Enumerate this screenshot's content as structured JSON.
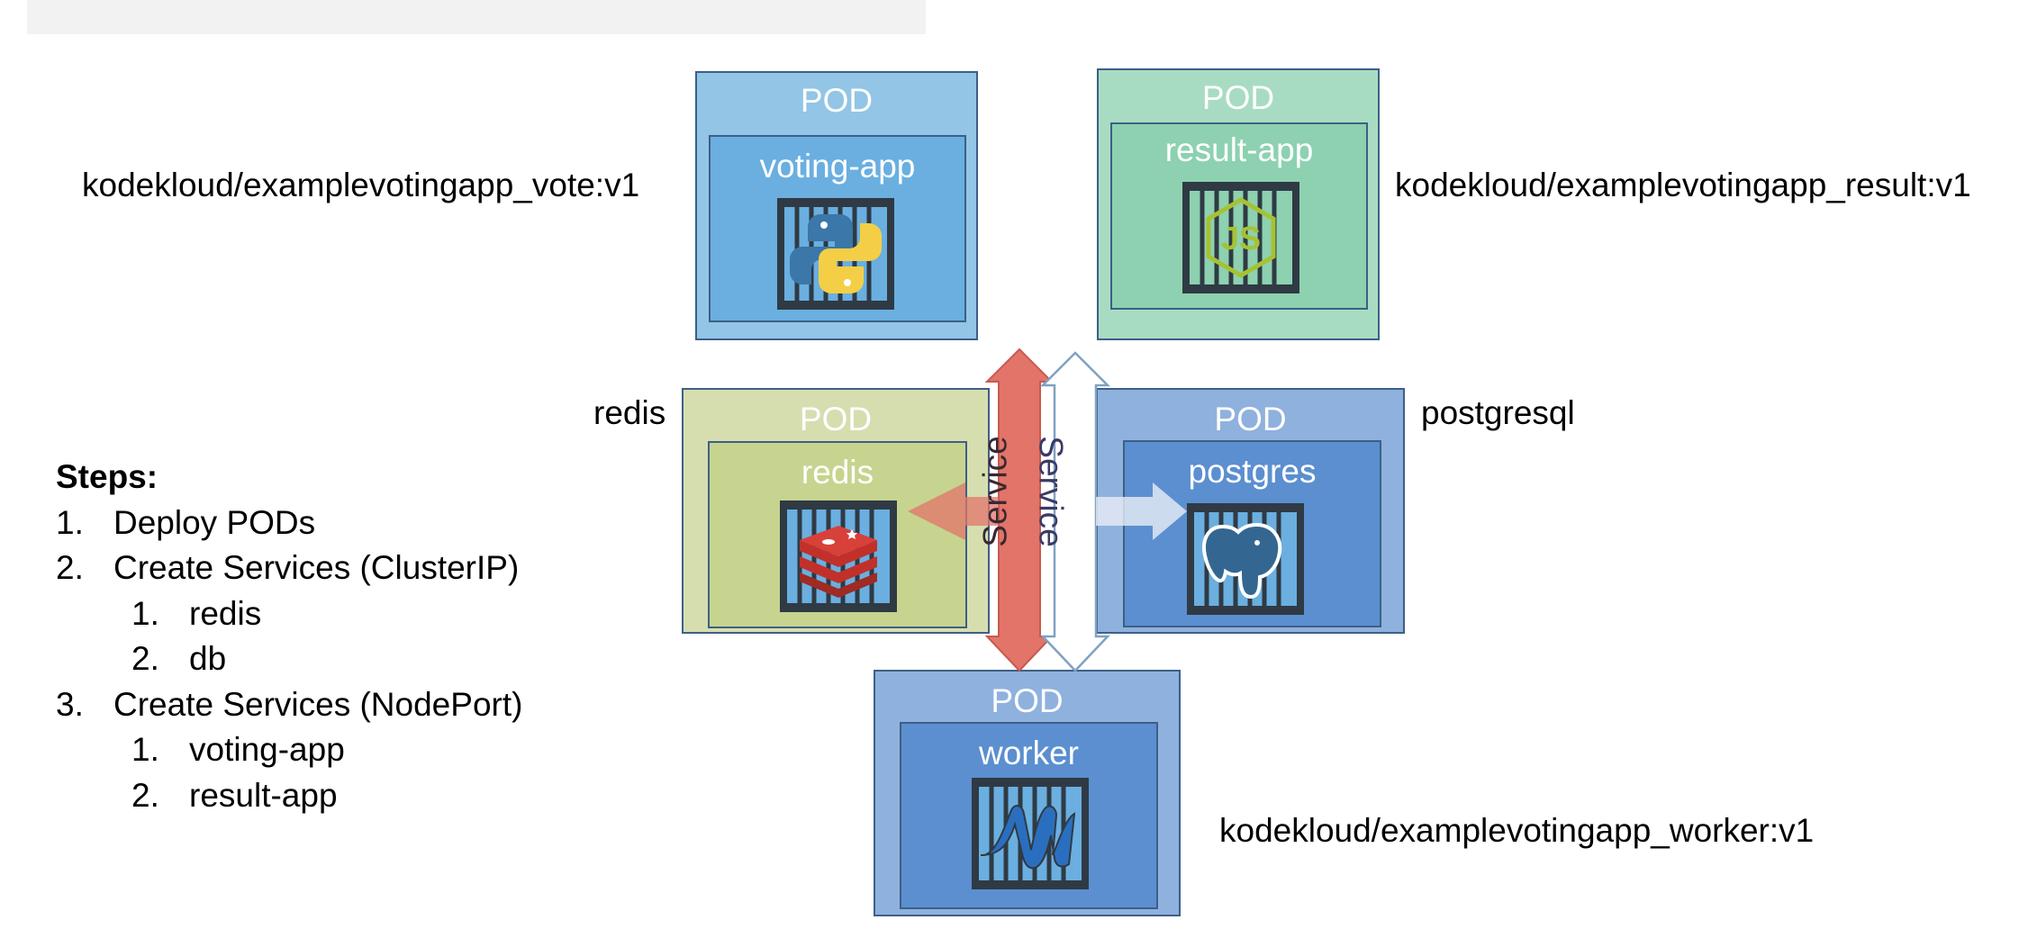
{
  "pods": {
    "voting": {
      "pod_label": "POD",
      "app_label": "voting-app",
      "image": "kodekloud/examplevotingapp_vote:v1",
      "icon": "python-icon"
    },
    "result": {
      "pod_label": "POD",
      "app_label": "result-app",
      "image": "kodekloud/examplevotingapp_result:v1",
      "icon": "nodejs-icon"
    },
    "redis": {
      "pod_label": "POD",
      "app_label": "redis",
      "image": "redis",
      "icon": "redis-icon"
    },
    "postgres": {
      "pod_label": "POD",
      "app_label": "postgres",
      "image": "postgresql",
      "icon": "postgres-elephant-icon"
    },
    "worker": {
      "pod_label": "POD",
      "app_label": "worker",
      "image": "kodekloud/examplevotingapp_worker:v1",
      "icon": "dotnet-icon"
    }
  },
  "services": {
    "redis_service": "Service",
    "db_service": "Service"
  },
  "steps": {
    "title": "Steps:",
    "items": [
      {
        "num": "1.",
        "text": "Deploy PODs"
      },
      {
        "num": "2.",
        "text": "Create Services (ClusterIP)"
      },
      {
        "num": "1.",
        "text": "redis"
      },
      {
        "num": "2.",
        "text": "db"
      },
      {
        "num": "3.",
        "text": "Create Services (NodePort)"
      },
      {
        "num": "1.",
        "text": "voting-app"
      },
      {
        "num": "2.",
        "text": "result-app"
      }
    ]
  },
  "colors": {
    "voting_pod": "#92c5e6",
    "voting_inner": "#6aafe0",
    "result_pod": "#a8dcc2",
    "result_inner": "#8dd1b0",
    "redis_pod": "#d6deb0",
    "redis_inner": "#c7d48f",
    "postgres_pod": "#8fb1de",
    "postgres_inner": "#5b8fd0",
    "worker_pod": "#8fb1de",
    "worker_inner": "#5b8fd0",
    "service_red": "#e2746a",
    "service_white": "#ffffff"
  }
}
